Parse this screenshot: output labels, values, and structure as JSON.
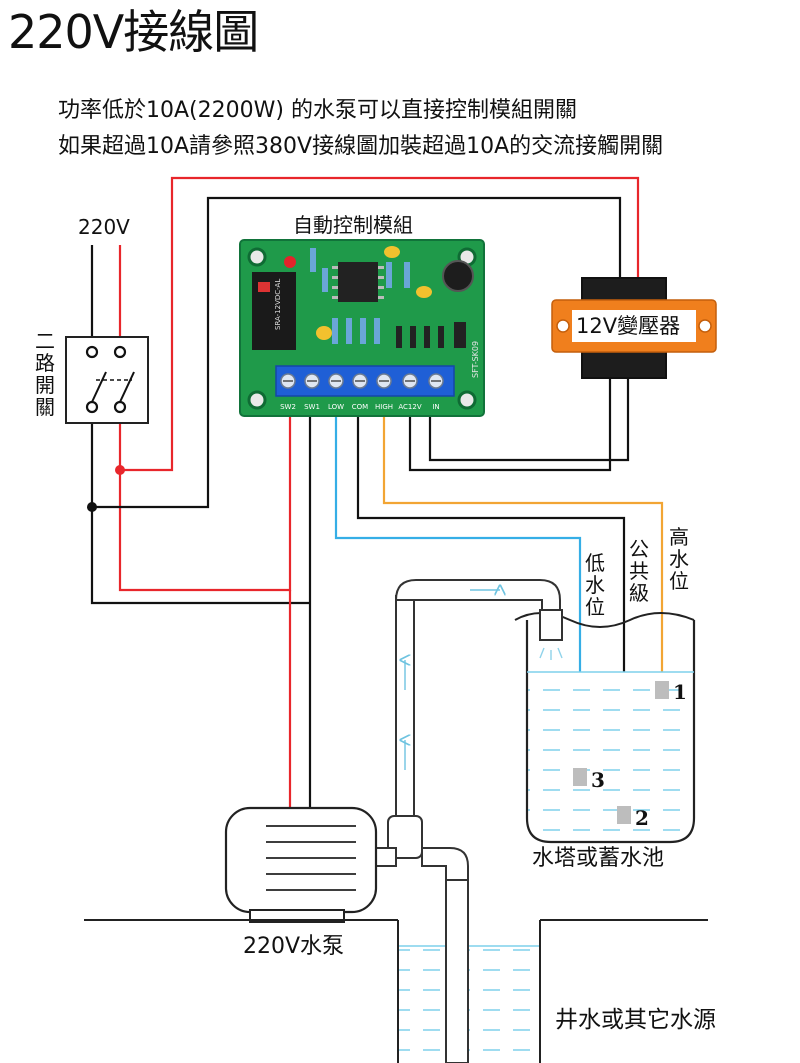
{
  "title": "220V接線圖",
  "notes": [
    "功率低於10A(2200W) 的水泵可以直接控制模組開關",
    "如果超過10A請參照380V接線圖加裝超過10A的交流接觸開關"
  ],
  "labels": {
    "supply_voltage": "220V",
    "switch": "二路開關",
    "control_module": "自動控制模組",
    "transformer": "12V變壓器",
    "low_level": "低水位",
    "common": "公共級",
    "high_level": "高水位",
    "tank": "水塔或蓄水池",
    "pump": "220V水泵",
    "source": "井水或其它水源"
  },
  "probes": [
    "1",
    "2",
    "3"
  ],
  "pcb": {
    "relay_text": "SRA-12VDC-AL",
    "model_text": "SFT-SK09",
    "terminals": [
      "SW2",
      "SW1",
      "LOW",
      "COM",
      "HIGH",
      "AC12V",
      "IN"
    ]
  },
  "colors": {
    "live_wire": "#e8262b",
    "neutral_wire": "#111111",
    "low_wire": "#35aee6",
    "high_wire": "#f2a534",
    "pcb_green": "#1f9a4a",
    "terminal_blue": "#1f5fd6",
    "transformer_orange": "#f07f1d",
    "water": "#b9e8f7"
  }
}
